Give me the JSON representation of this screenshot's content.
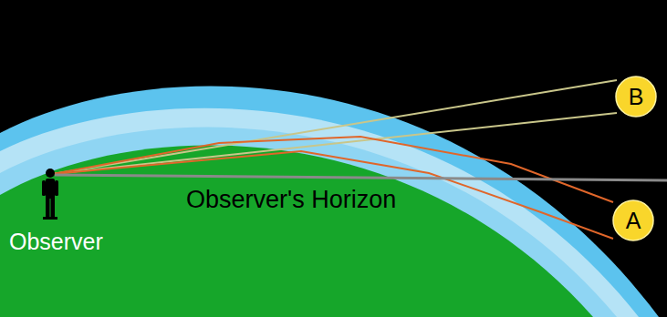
{
  "diagram": {
    "nodes": [
      {
        "text": [
          "B"
        ]
      },
      {
        "text": [
          "A"
        ]
      }
    ],
    "labels": [
      "Observer's Horizon",
      "Observer"
    ]
  }
}
